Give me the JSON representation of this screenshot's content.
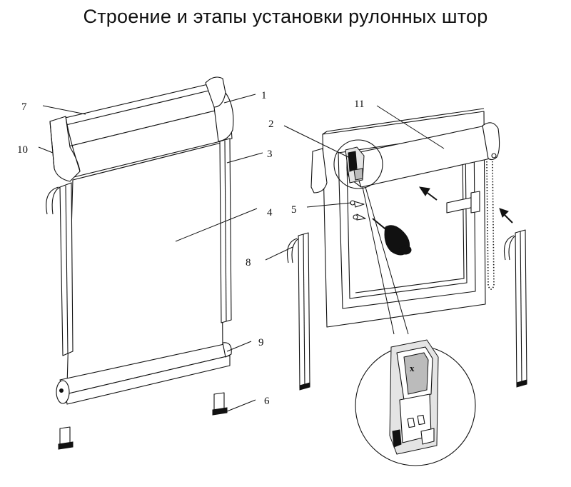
{
  "title": "Строение и этапы установки рулонных штор",
  "callouts": {
    "c1": "1",
    "c2": "2",
    "c3": "3",
    "c4": "4",
    "c5": "5",
    "c6": "6",
    "c7": "7",
    "c8": "8",
    "c9": "9",
    "c10": "10",
    "c11": "11"
  },
  "detail_mark": "x"
}
